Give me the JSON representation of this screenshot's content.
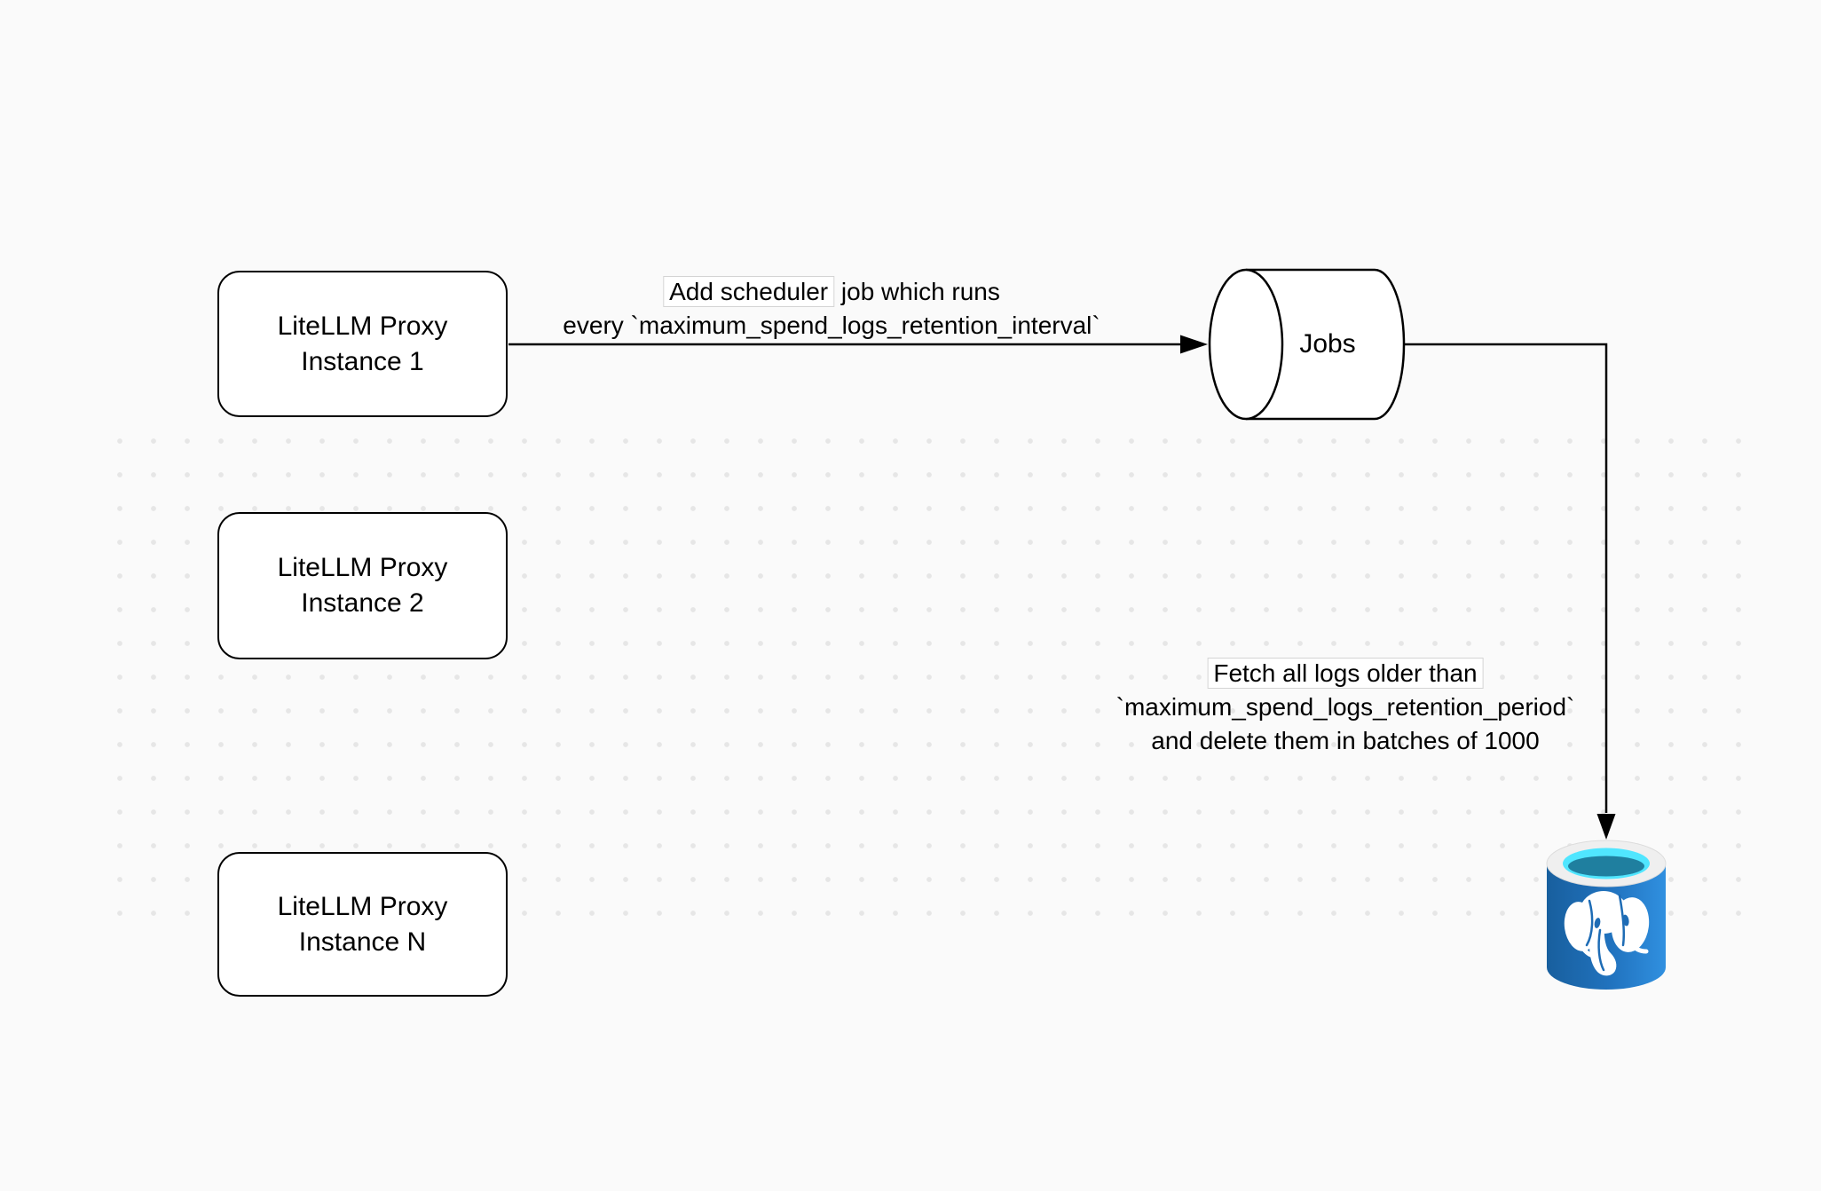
{
  "diagram": {
    "background": "#fafafa",
    "dot_color": "#e6e6e6",
    "stroke_color": "#000000",
    "nodes": {
      "instance1": {
        "line1": "LiteLLM Proxy",
        "line2": "Instance 1"
      },
      "instance2": {
        "line1": "LiteLLM Proxy",
        "line2": "Instance 2"
      },
      "instanceN": {
        "line1": "LiteLLM Proxy",
        "line2": "Instance N"
      },
      "jobs": {
        "label": "Jobs"
      },
      "postgres": {
        "icon": "postgresql-database-icon",
        "body_blue_dark": "#185f9e",
        "body_blue": "#2173bf",
        "body_blue_light": "#3090e0",
        "rim_color": "#efefef",
        "opening_cyan": "#50e6ff",
        "opening_teal": "#1f7f9f"
      }
    },
    "edges": {
      "scheduler": {
        "line1_boxed": "Add scheduler",
        "line1_rest": " job which runs",
        "line2": "every `maximum_spend_logs_retention_interval`"
      },
      "fetch": {
        "line1": "Fetch all logs older than",
        "line2": "`maximum_spend_logs_retention_period`",
        "line3": "and delete them in batches of 1000"
      }
    }
  }
}
